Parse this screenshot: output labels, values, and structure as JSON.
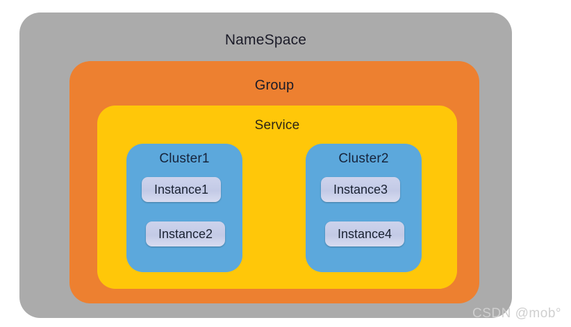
{
  "diagram": {
    "title": "NameSpace",
    "watermark": "CSDN @mob°",
    "colors": {
      "background": "#ffffff",
      "namespace": "#ababab",
      "group": "#ed8030",
      "service": "#ffc709",
      "cluster": "#5ca8dc",
      "instance": "#c5cce8",
      "text": "#1b1b28",
      "watermark": "#cfcfcf"
    },
    "levels": {
      "namespace_label": "NameSpace",
      "group_label": "Group",
      "service_label": "Service"
    },
    "clusters": [
      {
        "label": "Cluster1",
        "instances": [
          {
            "label": "Instance1"
          },
          {
            "label": "Instance2"
          }
        ]
      },
      {
        "label": "Cluster2",
        "instances": [
          {
            "label": "Instance3"
          },
          {
            "label": "Instance4"
          }
        ]
      }
    ]
  }
}
